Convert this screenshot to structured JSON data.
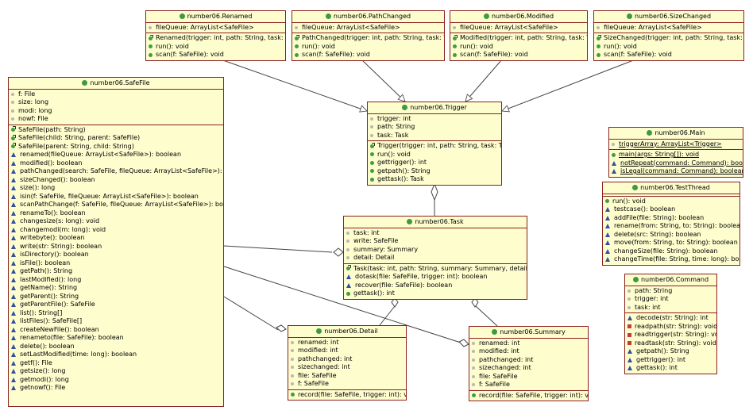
{
  "classes": {
    "renamed": {
      "name": "number06.Renamed",
      "fields": [
        "fileQueue: ArrayList<SafeFile>"
      ],
      "methods": [
        "Renamed(trigger: int, path: String, task: Task)",
        "run(): void",
        "scan(f: SafeFile): void"
      ]
    },
    "pathchanged": {
      "name": "number06.PathChanged",
      "fields": [
        "fileQueue: ArrayList<SafeFile>"
      ],
      "methods": [
        "PathChanged(trigger: int, path: String, task: Task)",
        "run(): void",
        "scan(f: SafeFile): void"
      ]
    },
    "modified": {
      "name": "number06.Modified",
      "fields": [
        "fileQueue: ArrayList<SafeFile>"
      ],
      "methods": [
        "Modified(trigger: int, path: String, task: Task)",
        "run(): void",
        "scan(f: SafeFile): void"
      ]
    },
    "sizechanged": {
      "name": "number06.SizeChanged",
      "fields": [
        "fileQueue: ArrayList<SafeFile>"
      ],
      "methods": [
        "SizeChanged(trigger: int, path: String, task: Task)",
        "run(): void",
        "scan(f: SafeFile): void"
      ]
    },
    "trigger": {
      "name": "number06.Trigger",
      "fields": [
        "trigger: int",
        "path: String",
        "task: Task"
      ],
      "methods": [
        "Trigger(trigger: int, path: String, task: Task)",
        "run(): void",
        "gettrigger(): int",
        "getpath(): String",
        "gettask(): Task"
      ]
    },
    "safefile": {
      "name": "number06.SafeFile",
      "fields": [
        "f: File",
        "size: long",
        "modi: long",
        "nowf: File"
      ],
      "methods": [
        "SafeFile(path: String)",
        "SafeFile(child: String, parent: SafeFile)",
        "SafeFile(parent: String, child: String)",
        "renamed(fileQueue: ArrayList<SafeFile>): boolean",
        "modified(): boolean",
        "pathChanged(search: SafeFile, fileQueue: ArrayList<SafeFile>): boolean",
        "sizeChanged(): boolean",
        "size(): long",
        "isin(f: SafeFile, fileQueue: ArrayList<SafeFile>): boolean",
        "scanPathChange(f: SafeFile, fileQueue: ArrayList<SafeFile>): boolean",
        "renameTo(): boolean",
        "changesize(s: long): void",
        "changemodi(m: long): void",
        "writebyte(): boolean",
        "write(str: String): boolean",
        "isDirectory(): boolean",
        "isFile(): boolean",
        "getPath(): String",
        "lastModified(): long",
        "getName(): String",
        "getParent(): String",
        "getParentFile(): SafeFile",
        "list(): String[]",
        "listFiles(): SafeFile[]",
        "createNewFile(): boolean",
        "renameto(file: SafeFile): boolean",
        "delete(): boolean",
        "setLastModified(time: long): boolean",
        "getf(): File",
        "getsize(): long",
        "getmodi(): long",
        "getnowf(): File"
      ]
    },
    "task": {
      "name": "number06.Task",
      "fields": [
        "task: int",
        "write: SafeFile",
        "summary: Summary",
        "detail: Detail"
      ],
      "methods": [
        "Task(task: int, path: String, summary: Summary, detail: Detail)",
        "dotask(file: SafeFile, trigger: int): boolean",
        "recover(file: SafeFile): boolean",
        "gettask(): int"
      ]
    },
    "detail": {
      "name": "number06.Detail",
      "fields": [
        "renamed: int",
        "modified: int",
        "pathchanged: int",
        "sizechanged: int",
        "file: SafeFile",
        "f: SafeFile"
      ],
      "methods": [
        "record(file: SafeFile, trigger: int): void"
      ]
    },
    "summary": {
      "name": "number06.Summary",
      "fields": [
        "renamed: int",
        "modified: int",
        "pathchanged: int",
        "sizechanged: int",
        "file: SafeFile",
        "f: SafeFile"
      ],
      "methods": [
        "record(file: SafeFile, trigger: int): void"
      ]
    },
    "main": {
      "name": "number06.Main",
      "fields": [
        "triggerArray: ArrayList<Trigger>"
      ],
      "methods": [
        "main(args: String[]): void",
        "notRepeat(command: Command): boolean",
        "isLegal(command: Command): boolean"
      ]
    },
    "testthread": {
      "name": "number06.TestThread",
      "fields": [],
      "methods": [
        "run(): void",
        "testcase(): boolean",
        "addFile(file: String): boolean",
        "rename(from: String, to: String): boolean",
        "delete(src: String): boolean",
        "move(from: String, to: String): boolean",
        "changeSize(file: String): boolean",
        "changeTime(file: String, time: long): boolean"
      ]
    },
    "command": {
      "name": "number06.Command",
      "fields": [
        "path: String",
        "trigger: int",
        "task: int"
      ],
      "methods": [
        "decode(str: String): int",
        "readpath(str: String): void",
        "readtrigger(str: String): void",
        "readtask(str: String): void",
        "getpath(): String",
        "gettrigger(): int",
        "gettask(): int"
      ]
    }
  }
}
